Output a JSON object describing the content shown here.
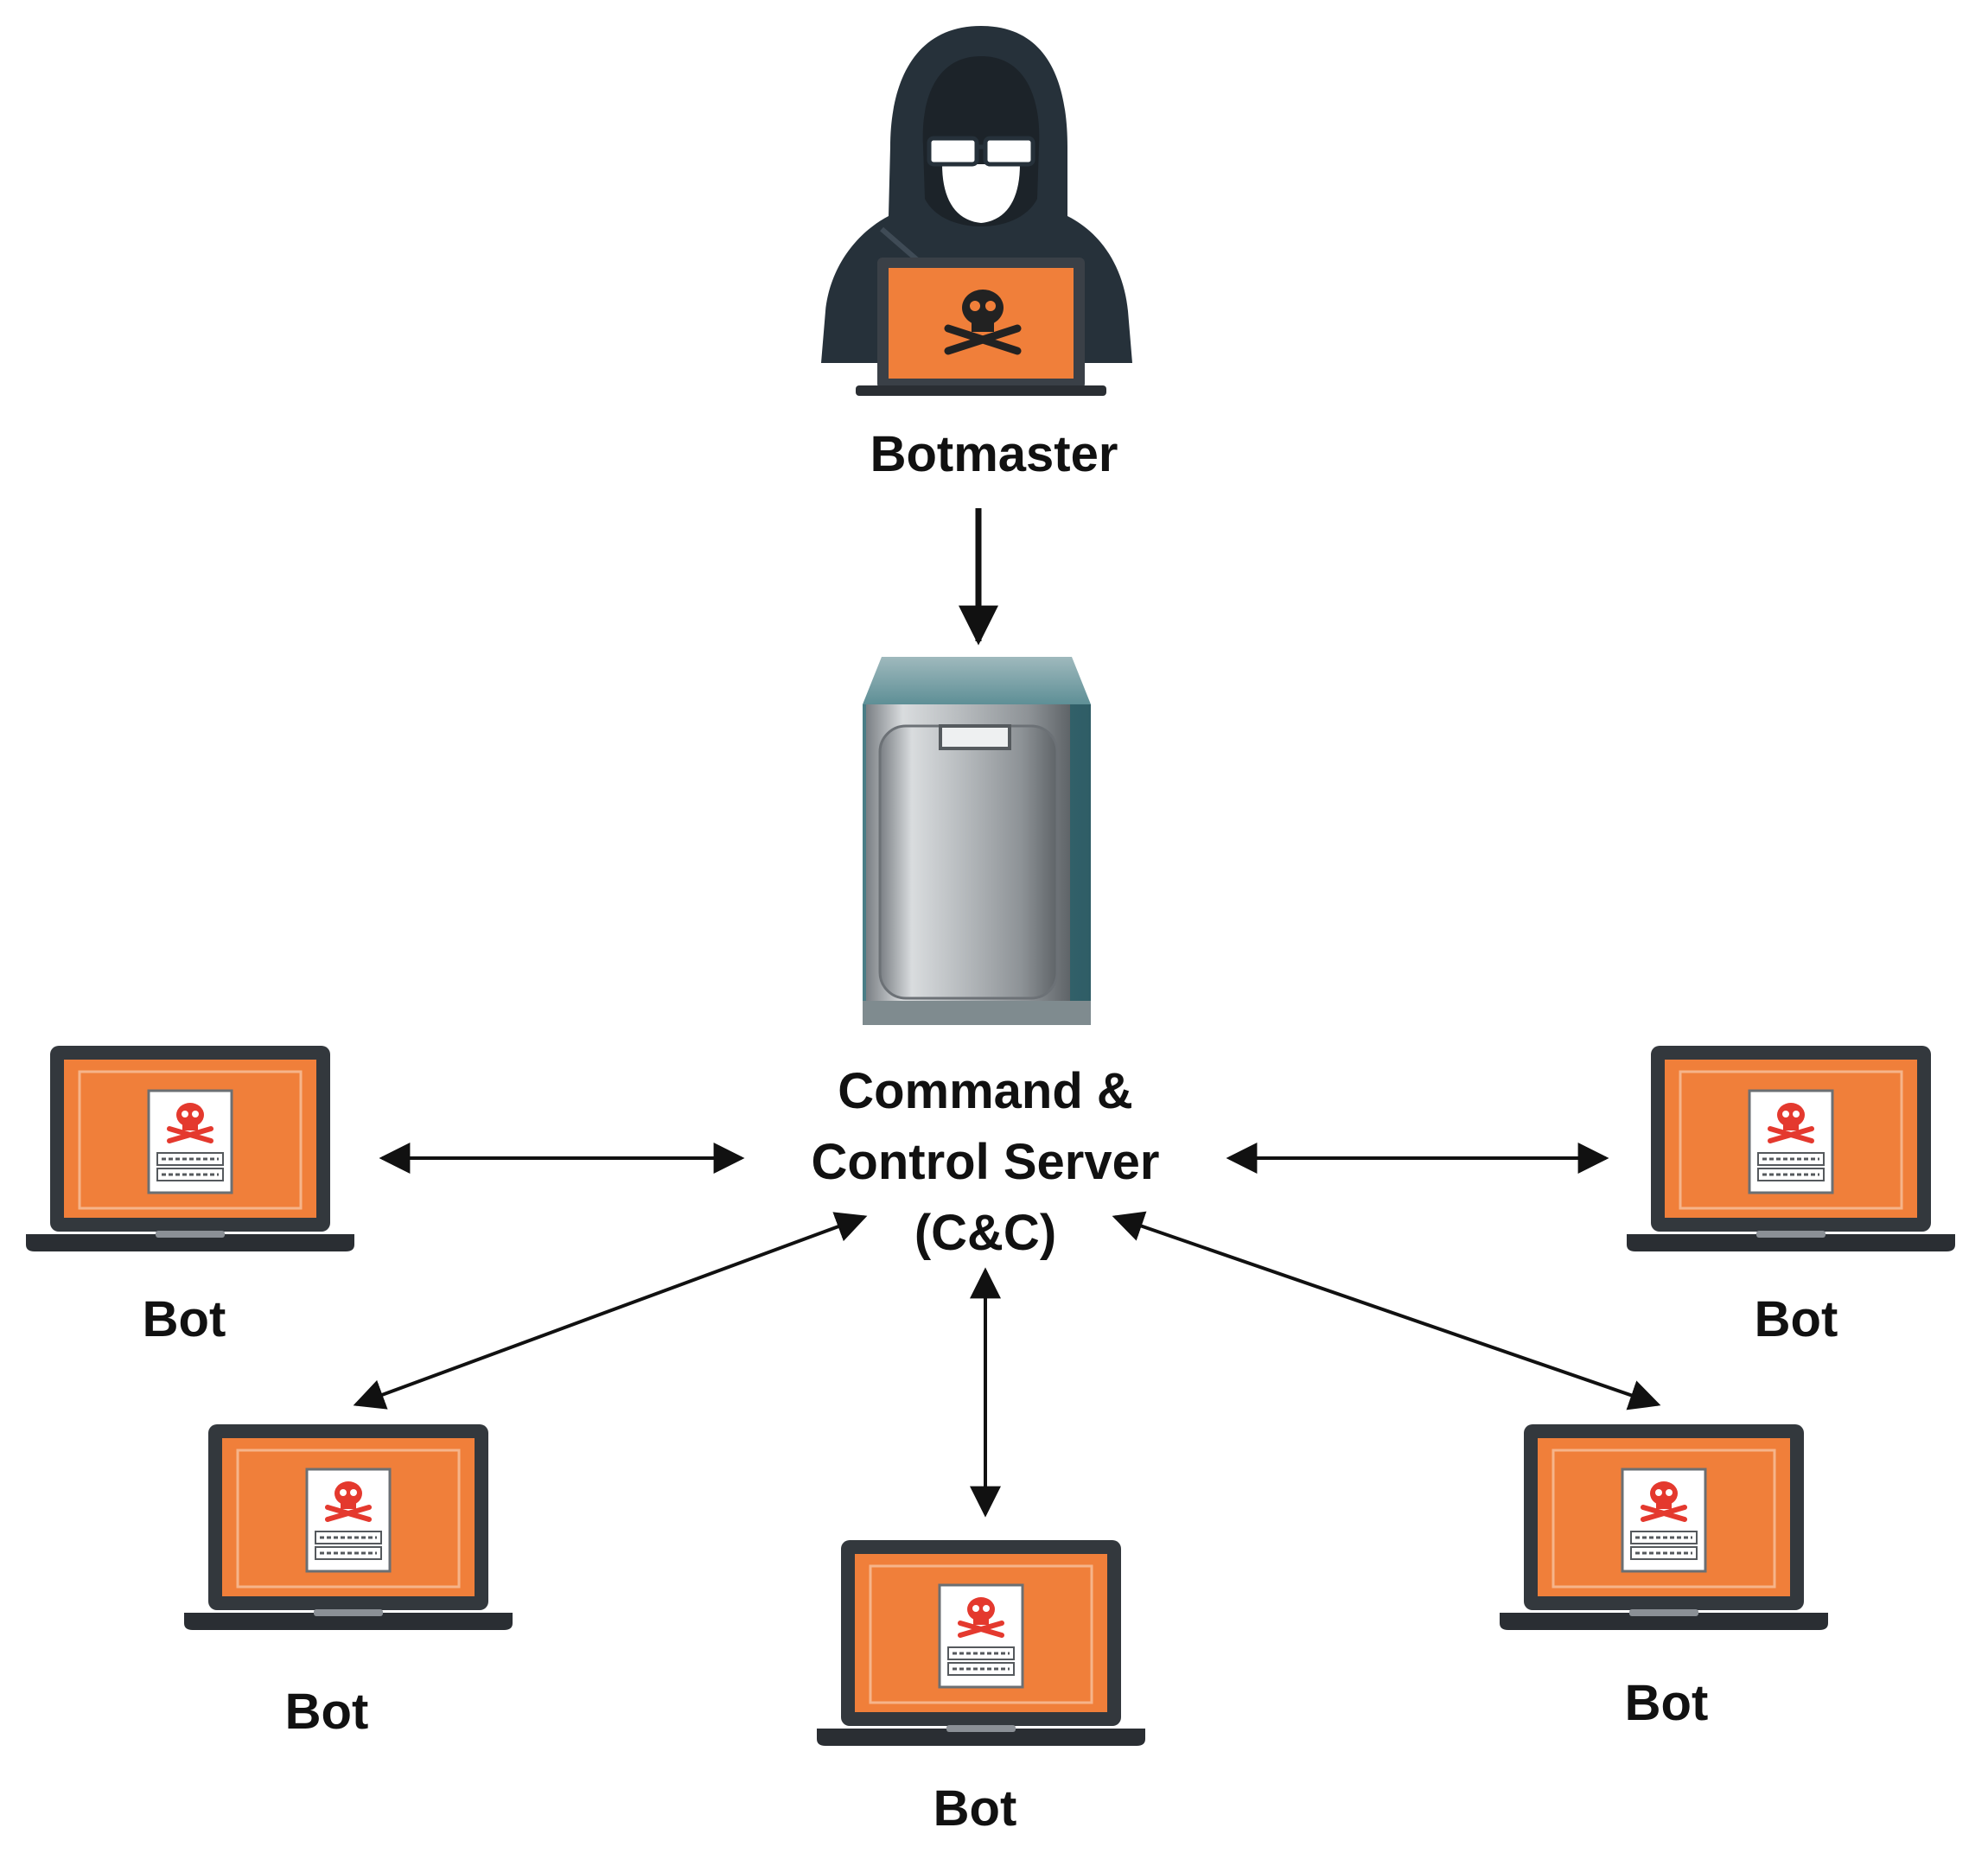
{
  "botmaster": {
    "label": "Botmaster"
  },
  "server": {
    "label_lines": [
      "Command &",
      "Control Server",
      "(C&C)"
    ]
  },
  "bots": [
    {
      "label": "Bot"
    },
    {
      "label": "Bot"
    },
    {
      "label": "Bot"
    },
    {
      "label": "Bot"
    },
    {
      "label": "Bot"
    }
  ],
  "colors": {
    "screen_orange": "#f07f3a",
    "laptop_frame": "#33383d",
    "hood_dark": "#26313a",
    "arrow": "#111111",
    "server_teal": "#4f8a93",
    "skull_red": "#e4392e"
  },
  "icons": {
    "botmaster": "hacker-icon",
    "server": "server-tower-icon",
    "bot": "infected-laptop-icon"
  }
}
